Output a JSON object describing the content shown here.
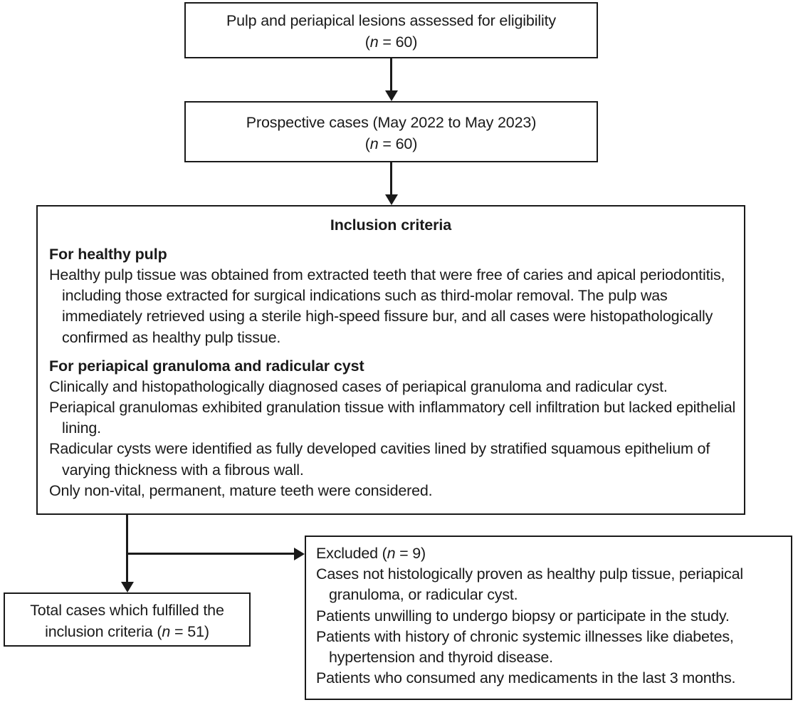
{
  "figure": {
    "type": "flowchart",
    "orientation": "top-to-bottom",
    "background_color": "#ffffff",
    "line_color": "#1a1a1a",
    "text_color": "#1a1a1a"
  },
  "nodes": {
    "eligibility": {
      "line1": "Pulp and periapical lesions assessed for eligibility",
      "n_prefix": "(",
      "n_symbol": "n",
      "n_value": " = 60)"
    },
    "prospective": {
      "line1": "Prospective cases (May 2022 to May 2023)",
      "n_prefix": "(",
      "n_symbol": "n",
      "n_value": " = 60)"
    },
    "inclusion": {
      "title": "Inclusion criteria",
      "section1_heading": "For healthy pulp",
      "section1_paragraphs": [
        "Healthy pulp tissue was obtained from extracted teeth that were free of caries and apical periodontitis, including those extracted for surgical indications such as third-molar removal. The pulp was immediately retrieved using a sterile high-speed fissure bur, and all cases were histopathologically confirmed as healthy pulp tissue."
      ],
      "section2_heading": "For periapical granuloma and radicular cyst",
      "section2_paragraphs": [
        "Clinically and histopathologically diagnosed cases of periapical granuloma and radicular cyst.",
        "Periapical granulomas exhibited granulation tissue with inflammatory cell infiltration but lacked epithelial lining.",
        "Radicular cysts were identified as fully developed cavities lined by stratified squamous epithelium of varying thickness with a fibrous wall.",
        "Only non-vital, permanent, mature teeth were considered."
      ]
    },
    "total_cases": {
      "line1": "Total cases which fulfilled the",
      "line2_prefix": "inclusion criteria (",
      "n_symbol": "n",
      "n_value": " = 51)"
    },
    "excluded": {
      "heading_prefix": "Excluded (",
      "n_symbol": "n",
      "n_value": " = 9)",
      "paragraphs": [
        "Cases not histologically proven as healthy pulp tissue, periapical granuloma, or radicular cyst.",
        "Patients unwilling to undergo biopsy or participate in the study.",
        "Patients with history of chronic systemic illnesses like diabetes, hypertension and thyroid disease.",
        "Patients who consumed any medicaments in the last 3 months."
      ]
    }
  },
  "connectors": [
    {
      "name": "eligibility-to-prospective",
      "style": "arrow-down"
    },
    {
      "name": "prospective-to-inclusion",
      "style": "arrow-down"
    },
    {
      "name": "inclusion-to-total-cases",
      "style": "arrow-down"
    },
    {
      "name": "inclusion-to-excluded",
      "style": "arrow-right"
    }
  ]
}
